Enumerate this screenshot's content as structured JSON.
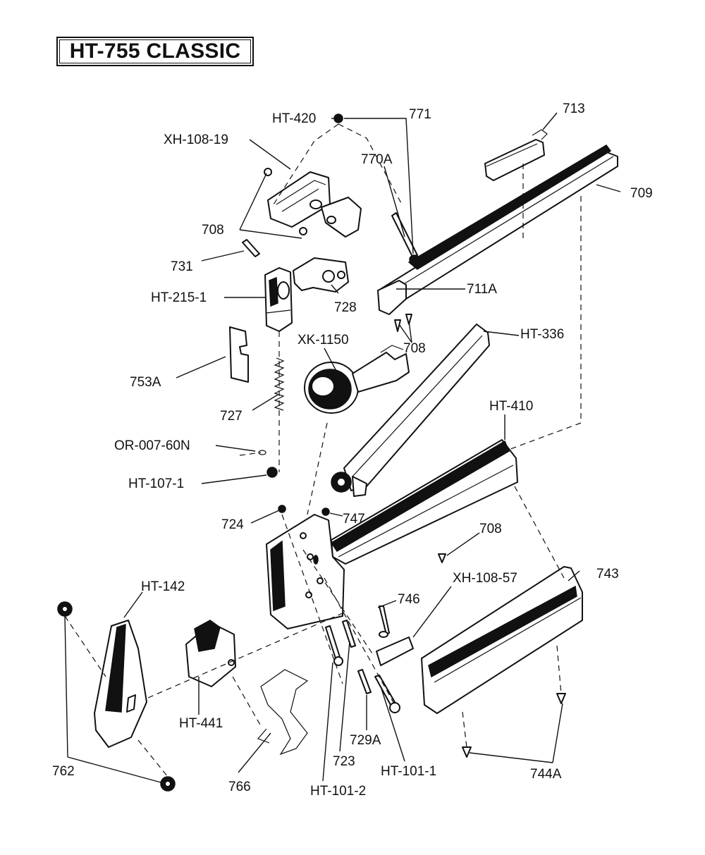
{
  "title": "HT-755 CLASSIC",
  "labels": {
    "p771": "771",
    "p713": "713",
    "pHT420": "HT-420",
    "pXH10819": "XH-108-19",
    "p770A": "770A",
    "p709": "709",
    "p708a": "708",
    "p731": "731",
    "p711A": "711A",
    "pHT2151": "HT-215-1",
    "p728": "728",
    "pHT336": "HT-336",
    "pXK1150": "XK-1150",
    "p708b": "708",
    "p753A": "753A",
    "p727": "727",
    "pHT410": "HT-410",
    "pOR": "OR-007-60N",
    "pHT1071": "HT-107-1",
    "p724": "724",
    "p747": "747",
    "p708c": "708",
    "p743": "743",
    "pHT142": "HT-142",
    "pXH10857": "XH-108-57",
    "p746": "746",
    "pHT441": "HT-441",
    "p729A": "729A",
    "p762": "762",
    "p723": "723",
    "pHT1011": "HT-101-1",
    "p744A": "744A",
    "p766": "766",
    "pHT1012": "HT-101-2"
  }
}
